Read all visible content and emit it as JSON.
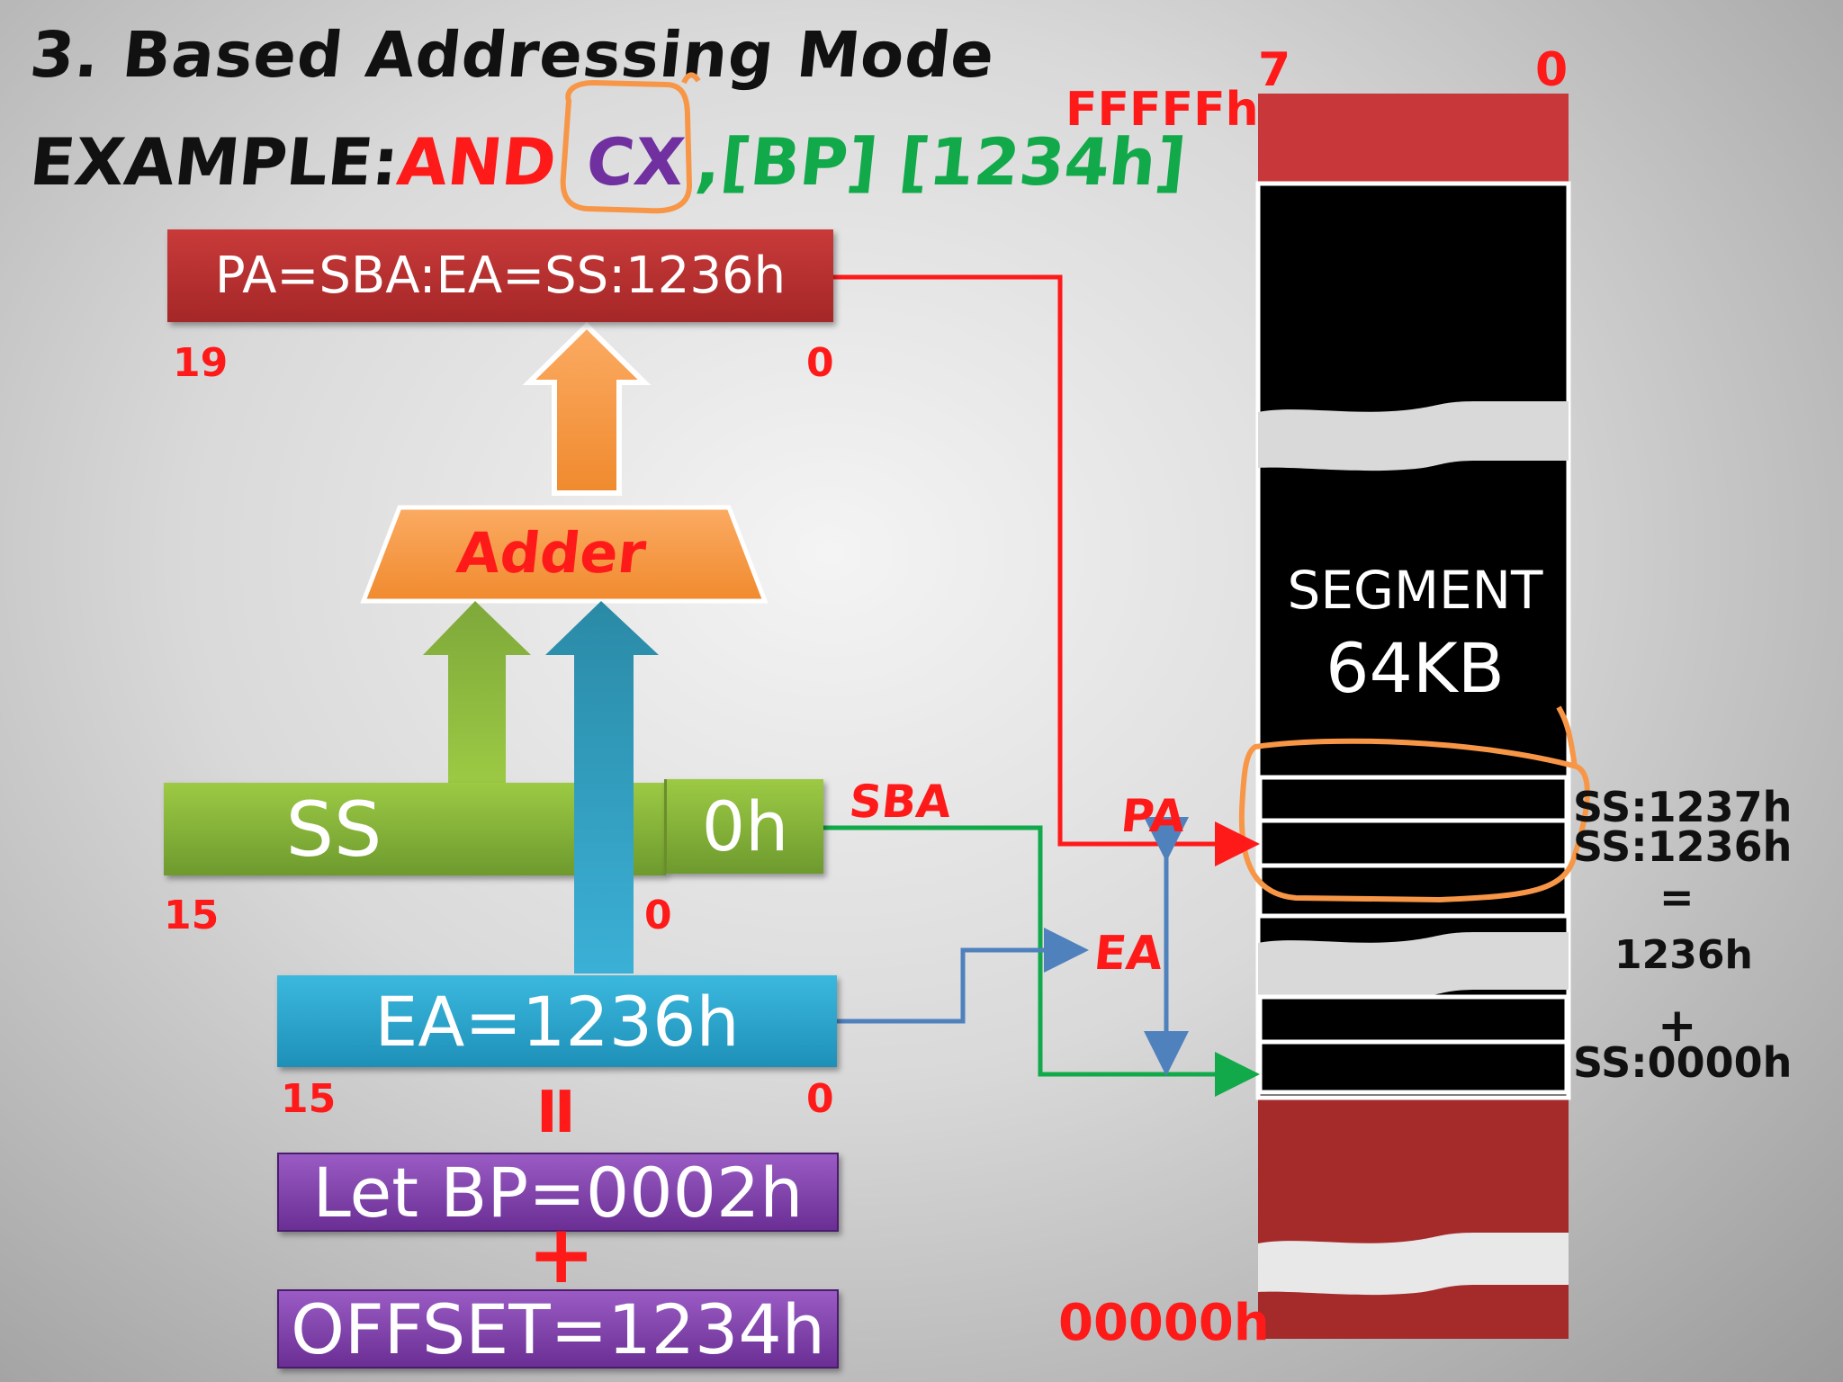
{
  "title": "3. Based Addressing Mode",
  "example": {
    "label": "EXAMPLE:",
    "opcode": "AND",
    "register": "CX",
    "operand": ",[BP] [1234h]"
  },
  "pa_box": {
    "label": "PA=SBA:EA=SS:1236h",
    "bit_high": "19",
    "bit_low": "0"
  },
  "adder": {
    "label": "Adder"
  },
  "ss_register": {
    "label": "SS",
    "suffix": "0h",
    "bit_high": "15",
    "bit_low": "0"
  },
  "ea_box": {
    "label": "EA=1236h",
    "bit_high": "15",
    "bit_low": "0",
    "equals_sign": "II"
  },
  "bp_box": {
    "label": "Let BP=0002h"
  },
  "plus_sign": "+",
  "offset_box": {
    "label": "OFFSET=1234h"
  },
  "arrow_labels": {
    "sba": "SBA",
    "pa": "PA",
    "ea": "EA"
  },
  "memory": {
    "bit_high": "7",
    "bit_low": "0",
    "top_address": "FFFFFh",
    "bottom_address": "00000h",
    "segment_title": "SEGMENT",
    "segment_size": "64KB"
  },
  "calc": {
    "addr_1237": "SS:1237h",
    "addr_1236": "SS:1236h",
    "equals": "=",
    "offset": "1236h",
    "plus": "+",
    "base": "SS:0000h"
  },
  "colors": {
    "red": "#ff1a1a",
    "green": "#12a94a",
    "purple": "#7030a0",
    "orange": "#f79646",
    "blue_line": "#4f81bd"
  }
}
